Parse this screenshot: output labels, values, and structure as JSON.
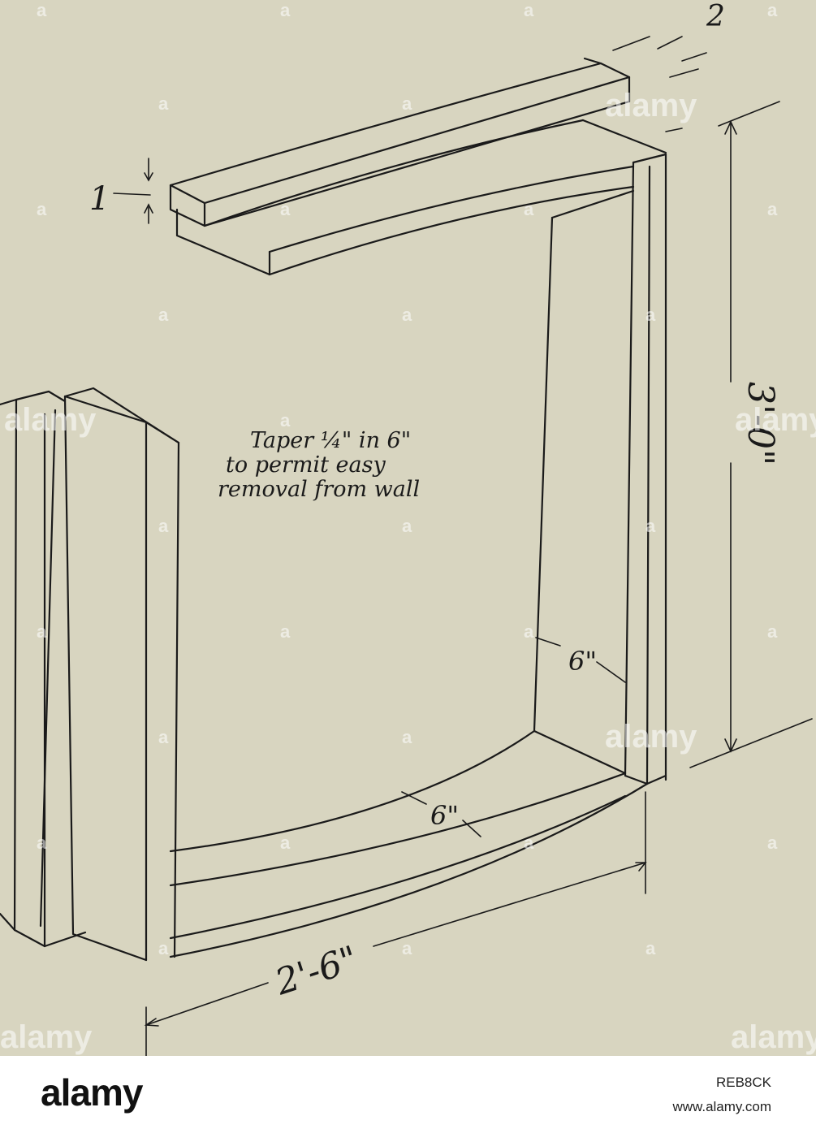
{
  "diagram": {
    "labels": {
      "top_thickness": "2",
      "board_thickness": "1",
      "height": "3'-0\"",
      "side_width": "6\"",
      "bottom_width": "6\"",
      "width": "2'-6\""
    },
    "note_lines": [
      "Taper ¼\" in 6\"",
      "to permit easy",
      "removal from wall"
    ]
  },
  "watermark": {
    "text": "alamy",
    "marker": "a"
  },
  "footer": {
    "logo": "alamy",
    "image_id": "REB8CK",
    "url": "www.alamy.com"
  },
  "colors": {
    "paper": "#d8d5c0",
    "ink": "#1a1a1a"
  }
}
